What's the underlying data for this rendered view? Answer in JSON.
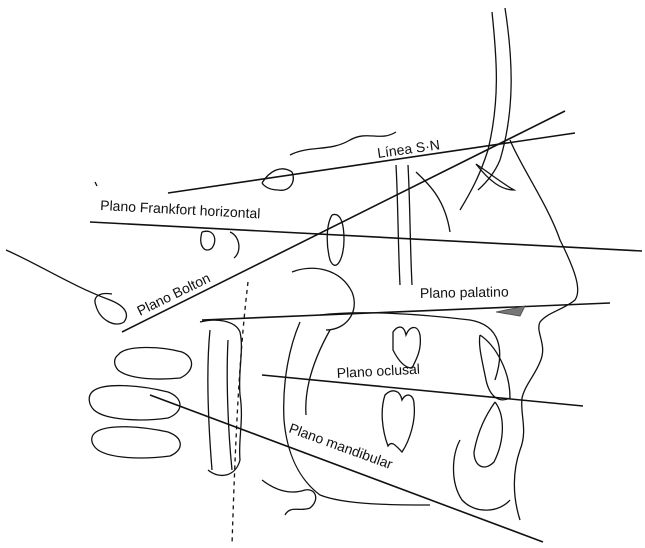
{
  "labels": {
    "linea_sn": "Línea S·N",
    "frankfort": "Plano Frankfort horizontal",
    "bolton": "Plano Bolton",
    "palatino": "Plano palatino",
    "oclusal": "Plano oclusal",
    "mandibular": "Plano mandibular"
  }
}
